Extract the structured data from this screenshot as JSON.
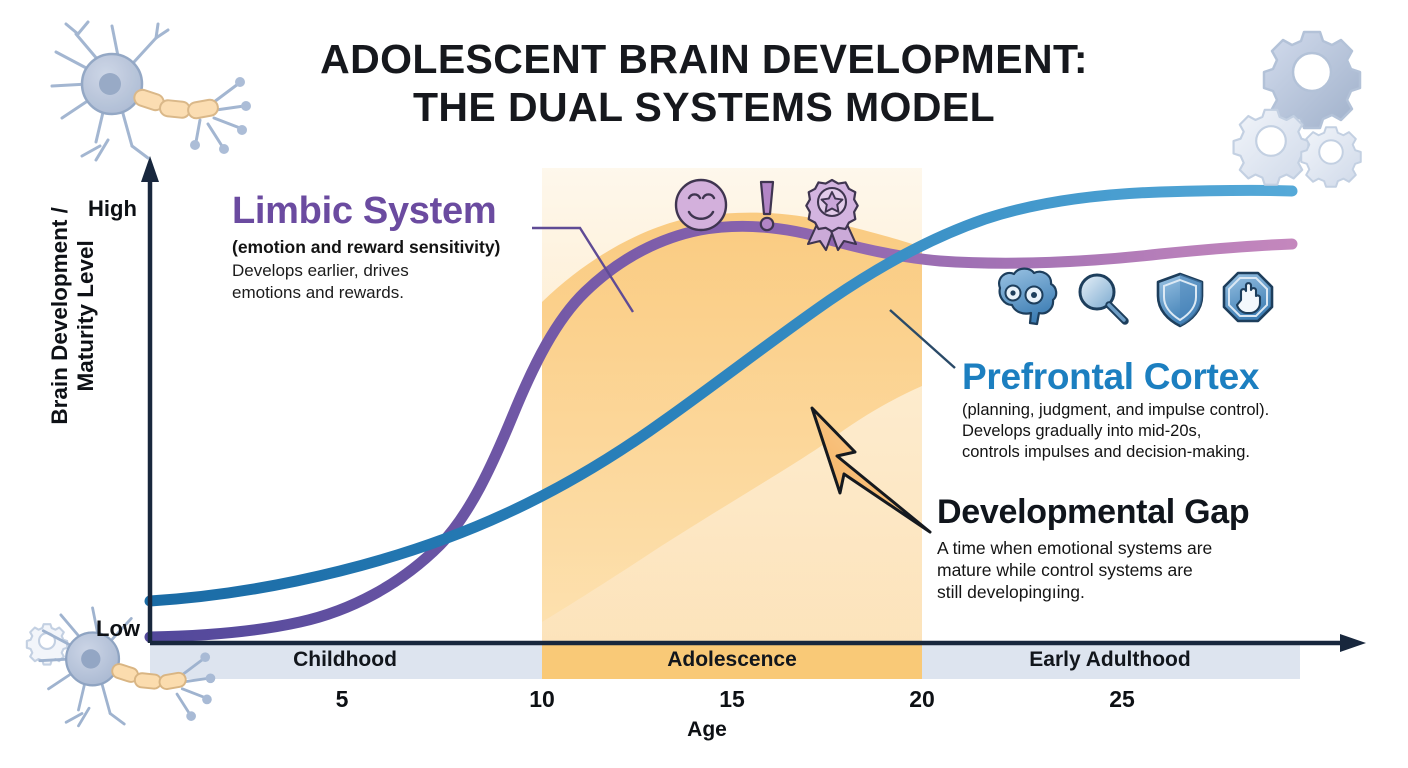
{
  "title": {
    "line1": "ADOLESCENT BRAIN DEVELOPMENT:",
    "line2": "THE DUAL SYSTEMS MODEL"
  },
  "axes": {
    "y_label": "Brain Development /",
    "y_label2": "Maturity Level",
    "y_high": "High",
    "y_low": "Low",
    "x_label": "Age"
  },
  "annotations": {
    "limbic": {
      "title": "Limbic System",
      "subtitle": "(emotion and reward sensitivity)",
      "desc_line1": "Develops earlier, drives",
      "desc_line2": "emotions and rewards."
    },
    "prefrontal": {
      "title": "Prefrontal Cortex",
      "desc_line1": "(planning, judgment, and impulse control).",
      "desc_line2": "Develops gradually into mid-20s,",
      "desc_line3": "controls impulses and decision-making."
    },
    "gap": {
      "title": "Developmental Gap",
      "desc_line1": "A time when emotional systems are",
      "desc_line2": "mature while control systems are",
      "desc_line3": "still developingıing."
    }
  },
  "colors": {
    "limbic_start": "#52489b",
    "limbic_end": "#c487bd",
    "prefrontal_start": "#1a6ba5",
    "prefrontal_end": "#4fa6d6",
    "adolescence_band": "#f9c977",
    "stage_band": "#dde4ef",
    "gap_fill": "#fbd597",
    "arrow_fill": "#f7b76a",
    "axis": "#18273d",
    "title_text": "#16181d",
    "limbic_text": "#6b4ba0",
    "prefrontal_text": "#1c7fc0"
  },
  "chart_data": {
    "type": "line",
    "title": "ADOLESCENT BRAIN DEVELOPMENT: THE DUAL SYSTEMS MODEL",
    "xlabel": "Age",
    "ylabel": "Brain Development / Maturity Level",
    "xlim": [
      3,
      28
    ],
    "ylim": [
      0,
      100
    ],
    "ytick_labels": [
      "Low",
      "High"
    ],
    "ytick_values": [
      0,
      100
    ],
    "xticks": [
      5,
      10,
      15,
      20,
      25
    ],
    "grid": false,
    "legend": "inline annotations",
    "x": [
      3,
      5,
      7,
      8,
      9,
      10,
      11,
      12,
      13,
      14,
      15,
      16,
      17,
      18,
      20,
      22,
      24,
      26,
      28
    ],
    "series": [
      {
        "name": "Limbic System",
        "color": "#7a5aa8",
        "values": [
          1,
          2,
          5,
          9,
          17,
          30,
          47,
          62,
          74,
          82,
          86,
          88,
          87,
          86,
          85,
          85,
          86,
          87,
          88
        ]
      },
      {
        "name": "Prefrontal Cortex",
        "color": "#3189c4",
        "values": [
          12,
          14,
          18,
          21,
          24,
          28,
          33,
          38,
          44,
          50,
          57,
          64,
          71,
          77,
          86,
          92,
          95,
          97,
          98
        ]
      }
    ],
    "shaded_regions": [
      {
        "label": "Childhood",
        "x_range": [
          3,
          10
        ],
        "color": "#dde4ef"
      },
      {
        "label": "Adolescence",
        "x_range": [
          10,
          20
        ],
        "color": "#f9c977"
      },
      {
        "label": "Early Adulthood",
        "x_range": [
          20,
          28
        ],
        "color": "#dde4ef"
      }
    ],
    "annotations": [
      {
        "text": "Limbic System",
        "note": "(emotion and reward sensitivity) Develops earlier, drives emotions and rewards."
      },
      {
        "text": "Prefrontal Cortex",
        "note": "(planning, judgment, and impulse control). Develops gradually into mid-20s, controls impulses and decision-making."
      },
      {
        "text": "Developmental Gap",
        "note": "A time when emotional systems are mature while control systems are still developingıing."
      }
    ]
  },
  "bands": [
    {
      "label": "Childhood"
    },
    {
      "label": "Adolescence"
    },
    {
      "label": "Early Adulthood"
    }
  ],
  "ticks": [
    "5",
    "10",
    "15",
    "20",
    "25"
  ],
  "icons": {
    "limbic_group": [
      "smiley-face-icon",
      "exclamation-mark-icon",
      "award-rosette-icon"
    ],
    "prefrontal_group": [
      "brain-gears-icon",
      "magnifier-icon",
      "shield-icon",
      "stop-hand-icon"
    ],
    "decorative": [
      "neuron-icon-top-left",
      "gears-cluster-icon-top-right",
      "neuron-icon-bottom-left",
      "small-gear-icon-bottom-left"
    ]
  }
}
